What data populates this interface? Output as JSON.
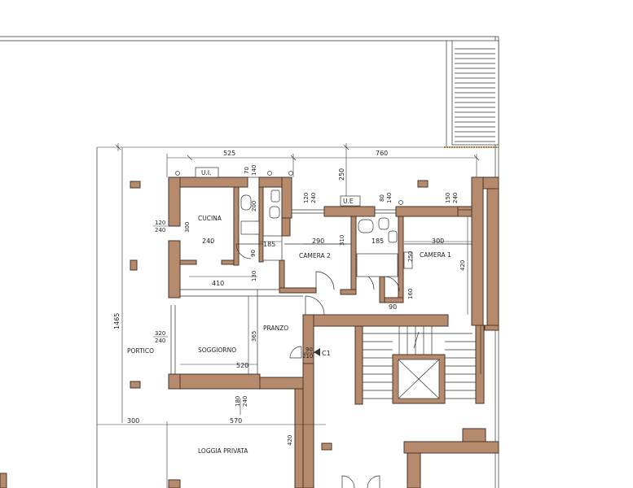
{
  "rooms": {
    "cucina": "CUCINA",
    "camera2": "CAMERA 2",
    "camera1": "CAMERA 1",
    "pranzo": "PRANZO",
    "soggiorno": "SOGGIORNO",
    "portico": "PORTICO",
    "loggia": "LOGGIA PRIVATA"
  },
  "units": {
    "ui": "U.I.",
    "ue": "U.E",
    "c1": "C1"
  },
  "dimensions": {
    "top_525": "525",
    "top_760": "760",
    "h_70": "70",
    "h_140a": "140",
    "h_250": "250",
    "h_120": "120",
    "h_240a": "240",
    "h_80": "80",
    "h_140b": "140",
    "h_150": "150",
    "h_240b": "240",
    "left_120": "120",
    "left_240a": "240",
    "cucina_300": "300",
    "cucina_240": "240",
    "bath_200": "200",
    "bath_185a": "185",
    "bath_90": "90",
    "cam2_290": "290",
    "cam2_310": "310",
    "bath2_185": "185",
    "cam1_300": "300",
    "cam1_250": "250",
    "cam1_420": "420",
    "closet_160": "160",
    "closet_90": "90",
    "pranzo_410": "410",
    "pranzo_130": "130",
    "sogg_365": "365",
    "left_320": "320",
    "left_240b": "240",
    "sogg_520": "520",
    "door_90": "90",
    "door_210": "210",
    "total_1465": "1465",
    "bot_180": "180",
    "bot_240": "240",
    "bot_300": "300",
    "bot_570": "570",
    "loggia_420": "420"
  }
}
